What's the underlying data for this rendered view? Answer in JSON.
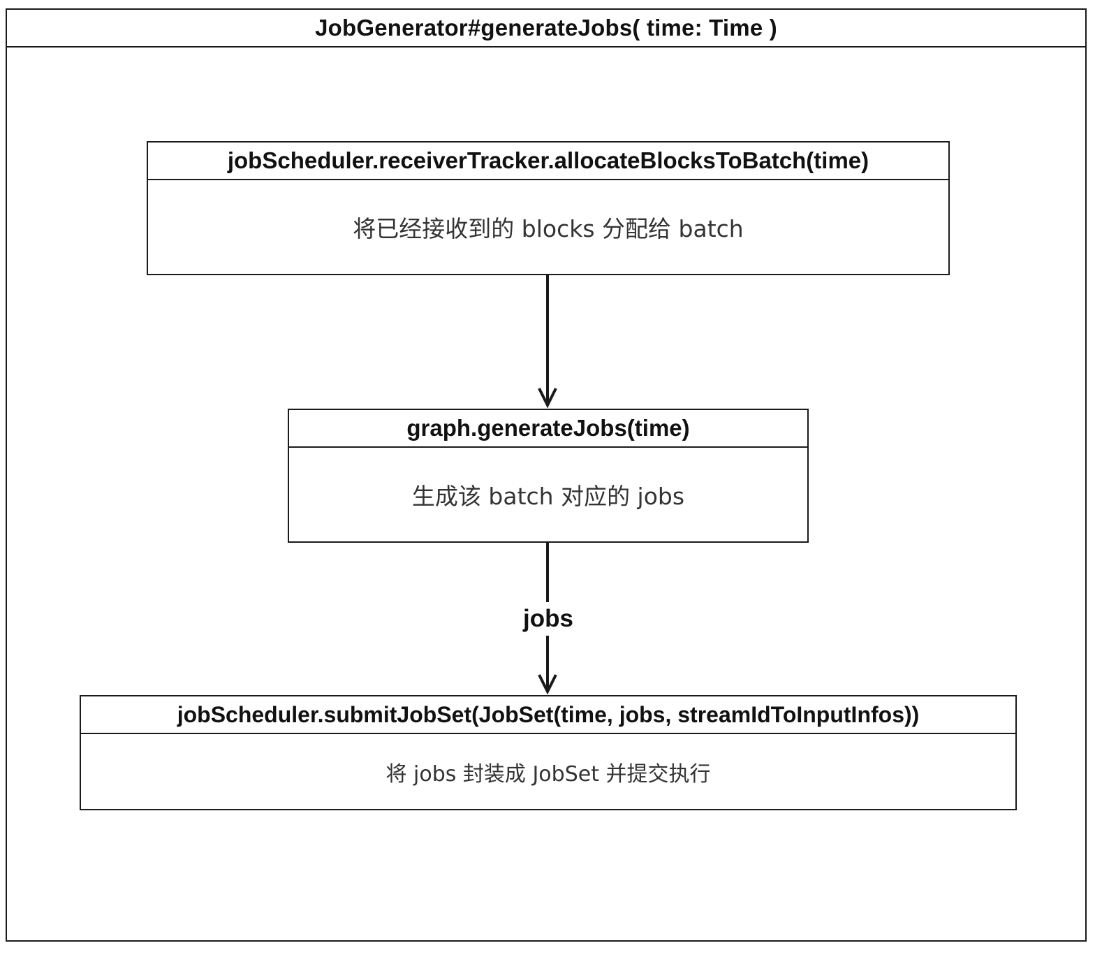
{
  "frame": {
    "title": "JobGenerator#generateJobs( time: Time )"
  },
  "nodes": {
    "allocate": {
      "header": "jobScheduler.receiverTracker.allocateBlocksToBatch(time)",
      "body": "将已经接收到的 blocks 分配给 batch"
    },
    "generate": {
      "header": "graph.generateJobs(time)",
      "body": "生成该 batch 对应的 jobs"
    },
    "submit": {
      "header": "jobScheduler.submitJobSet(JobSet(time, jobs, streamIdToInputInfos))",
      "body": "将 jobs 封装成 JobSet 并提交执行"
    }
  },
  "edges": {
    "generate_to_submit_label": "jobs"
  },
  "colors": {
    "line": "#1a1a1a",
    "body_text": "#333333"
  }
}
